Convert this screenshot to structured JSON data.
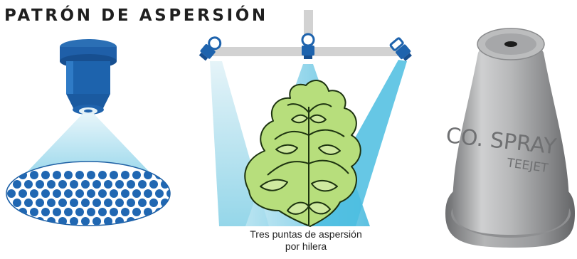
{
  "title": "PATRÓN DE ASPERSIÓN",
  "caption": {
    "line1": "Tres puntas de aspersión",
    "line2": "por hilera"
  },
  "nozzle_engraving": {
    "line1": "CO. SPRAY",
    "line2": "TEEJET"
  },
  "colors": {
    "nozzle_blue": "#1e63ad",
    "spray_light": "#cfeaf3",
    "spray_mid": "#6fc8e3",
    "boom_gray": "#d4d4d4",
    "plant_green": "#a9d66a",
    "plant_outline": "#1d3310",
    "metal_silver": "#a9aaab"
  },
  "icons": {
    "single_nozzle": "spray-nozzle-icon",
    "boom": "spray-boom-icon",
    "plant": "plant-icon",
    "metal_tip": "metal-nozzle-tip-icon"
  }
}
